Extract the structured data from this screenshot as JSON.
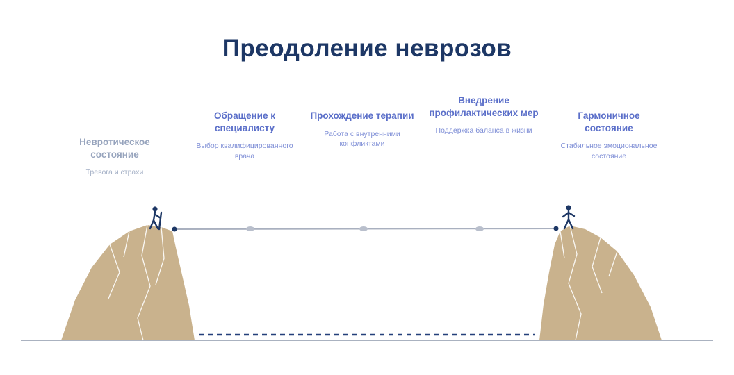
{
  "title": "Преодоление неврозов",
  "stages": [
    {
      "heading": "Невротическое состояние",
      "text": "Тревога и страхи"
    },
    {
      "heading": "Обращение к специалисту",
      "text": "Выбор квалифицированного врача"
    },
    {
      "heading": "Прохождение терапии",
      "text": "Работа с внутренними конфликтами"
    },
    {
      "heading": "Внедрение профилактических мер",
      "text": "Поддержка баланса в жизни"
    },
    {
      "heading": "Гармоничное состояние",
      "text": "Стабильное эмоциональное состояние"
    }
  ],
  "icons": {
    "left_figure": "hiker-with-pole-icon",
    "right_figure": "standing-person-icon"
  },
  "colors": {
    "title": "#1d3765",
    "stage_heading": "#5b6fc9",
    "stage_text": "#7e8ed6",
    "muted_heading": "#97a4bd",
    "muted_text": "#a4b0c6",
    "mountain": "#c9b28d",
    "rope": "#a9b0bf",
    "rope_marker": "#b9bfcc",
    "anchor": "#1d3765",
    "figure": "#1d3765",
    "dashed": "#24407a",
    "ground": "#8e99ab"
  }
}
